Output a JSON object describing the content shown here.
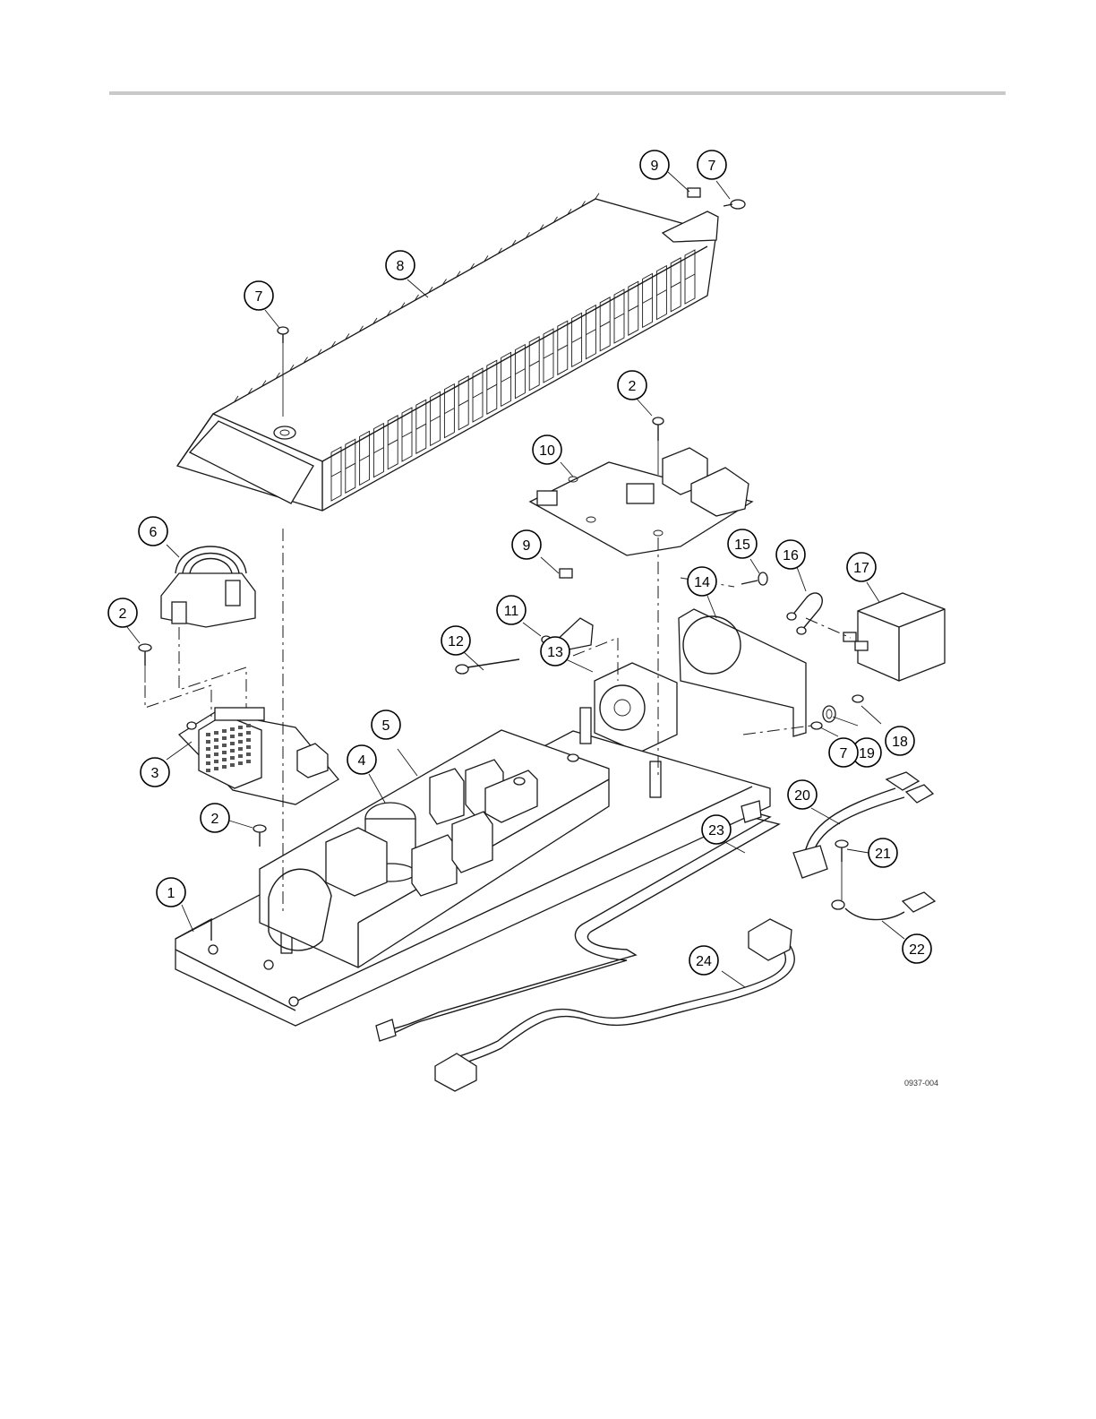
{
  "figure_code": "0937-004",
  "callouts": [
    {
      "label": "9"
    },
    {
      "label": "7"
    },
    {
      "label": "8"
    },
    {
      "label": "7"
    },
    {
      "label": "2"
    },
    {
      "label": "10"
    },
    {
      "label": "6"
    },
    {
      "label": "9"
    },
    {
      "label": "15"
    },
    {
      "label": "16"
    },
    {
      "label": "17"
    },
    {
      "label": "14"
    },
    {
      "label": "2"
    },
    {
      "label": "11"
    },
    {
      "label": "12"
    },
    {
      "label": "13"
    },
    {
      "label": "18"
    },
    {
      "label": "19"
    },
    {
      "label": "7"
    },
    {
      "label": "5"
    },
    {
      "label": "4"
    },
    {
      "label": "3"
    },
    {
      "label": "20"
    },
    {
      "label": "21"
    },
    {
      "label": "23"
    },
    {
      "label": "2"
    },
    {
      "label": "1"
    },
    {
      "label": "22"
    },
    {
      "label": "24"
    }
  ]
}
